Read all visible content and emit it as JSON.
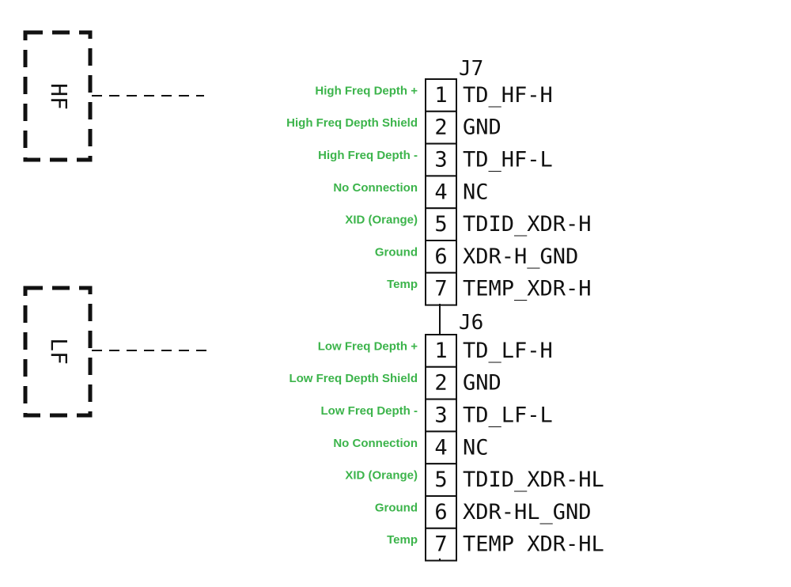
{
  "colors": {
    "description_text": "#3cb44b",
    "lines": "#111111"
  },
  "transducers": [
    {
      "label": "HF"
    },
    {
      "label": "LF"
    }
  ],
  "connectors": [
    {
      "name": "J7",
      "pins": [
        {
          "num": "1",
          "signal": "TD_HF-H",
          "desc": "High Freq Depth +"
        },
        {
          "num": "2",
          "signal": "GND",
          "desc": "High Freq Depth Shield"
        },
        {
          "num": "3",
          "signal": "TD_HF-L",
          "desc": "High Freq Depth -"
        },
        {
          "num": "4",
          "signal": "NC",
          "desc": "No Connection"
        },
        {
          "num": "5",
          "signal": "TDID_XDR-H",
          "desc": "XID (Orange)"
        },
        {
          "num": "6",
          "signal": "XDR-H_GND",
          "desc": "Ground"
        },
        {
          "num": "7",
          "signal": "TEMP_XDR-H",
          "desc": "Temp"
        }
      ]
    },
    {
      "name": "J6",
      "pins": [
        {
          "num": "1",
          "signal": "TD_LF-H",
          "desc": "Low  Freq Depth +"
        },
        {
          "num": "2",
          "signal": "GND",
          "desc": "Low  Freq Depth Shield"
        },
        {
          "num": "3",
          "signal": "TD_LF-L",
          "desc": "Low  Freq Depth -"
        },
        {
          "num": "4",
          "signal": "NC",
          "desc": "No Connection"
        },
        {
          "num": "5",
          "signal": "TDID_XDR-HL",
          "desc": "XID (Orange)"
        },
        {
          "num": "6",
          "signal": "XDR-HL_GND",
          "desc": "Ground"
        },
        {
          "num": "7",
          "signal": "TEMP XDR-HL",
          "desc": "Temp"
        }
      ]
    }
  ]
}
